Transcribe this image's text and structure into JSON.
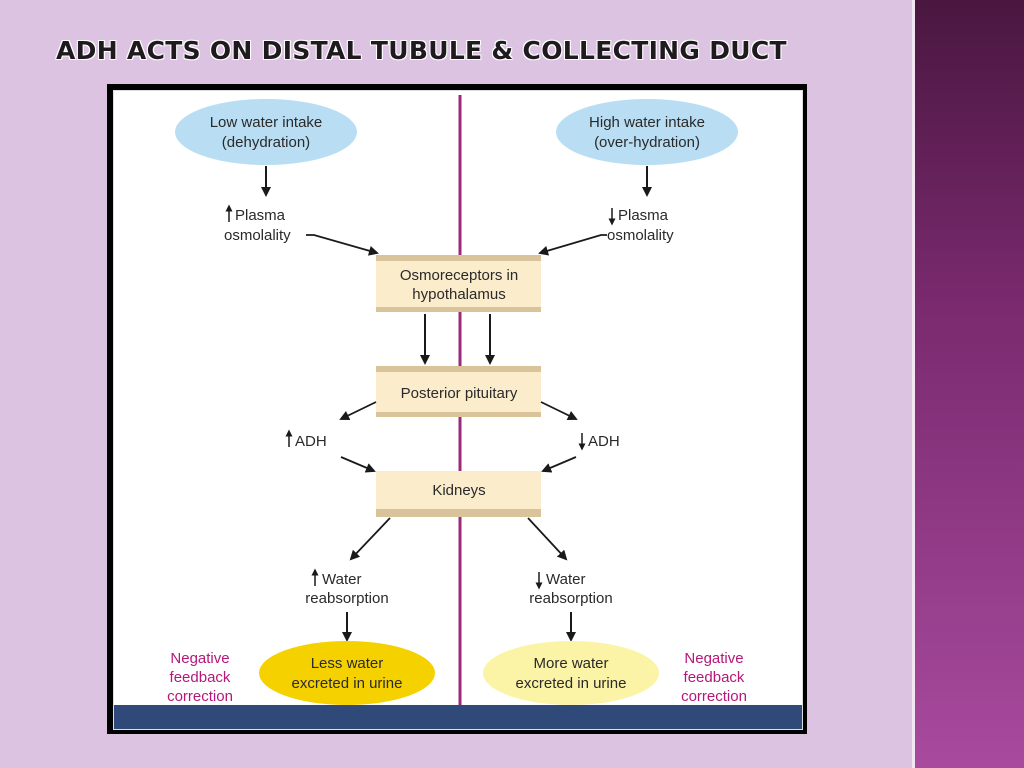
{
  "slide": {
    "title": "ADH ACTS ON DISTAL TUBULE & COLLECTING DUCT"
  },
  "diagram": {
    "left": {
      "intake_line1": "Low water intake",
      "intake_line2": "(dehydration)",
      "plasma_line1": "Plasma",
      "plasma_line2": "osmolality",
      "adh": "ADH",
      "water_line1": "Water",
      "water_line2": "reabsorption",
      "result_line1": "Less water",
      "result_line2": "excreted in urine",
      "feedback_line1": "Negative",
      "feedback_line2": "feedback",
      "feedback_line3": "correction"
    },
    "right": {
      "intake_line1": "High water intake",
      "intake_line2": "(over-hydration)",
      "plasma_line1": "Plasma",
      "plasma_line2": "osmolality",
      "adh": "ADH",
      "water_line1": "Water",
      "water_line2": "reabsorption",
      "result_line1": "More water",
      "result_line2": "excreted in urine",
      "feedback_line1": "Negative",
      "feedback_line2": "feedback",
      "feedback_line3": "correction"
    },
    "center": {
      "osmo_line1": "Osmoreceptors in",
      "osmo_line2": "hypothalamus",
      "pituitary": "Posterior pituitary",
      "kidneys": "Kidneys"
    },
    "colors": {
      "ellipse_top": "#b9def3",
      "box_fill": "#fbeccc",
      "box_shade": "#d9c39a",
      "less_water": "#f5d100",
      "more_water": "#fbf4a6",
      "divider": "#9b2a7a",
      "negative_text": "#b5177a",
      "bottom_bar": "#2f4a78"
    }
  }
}
